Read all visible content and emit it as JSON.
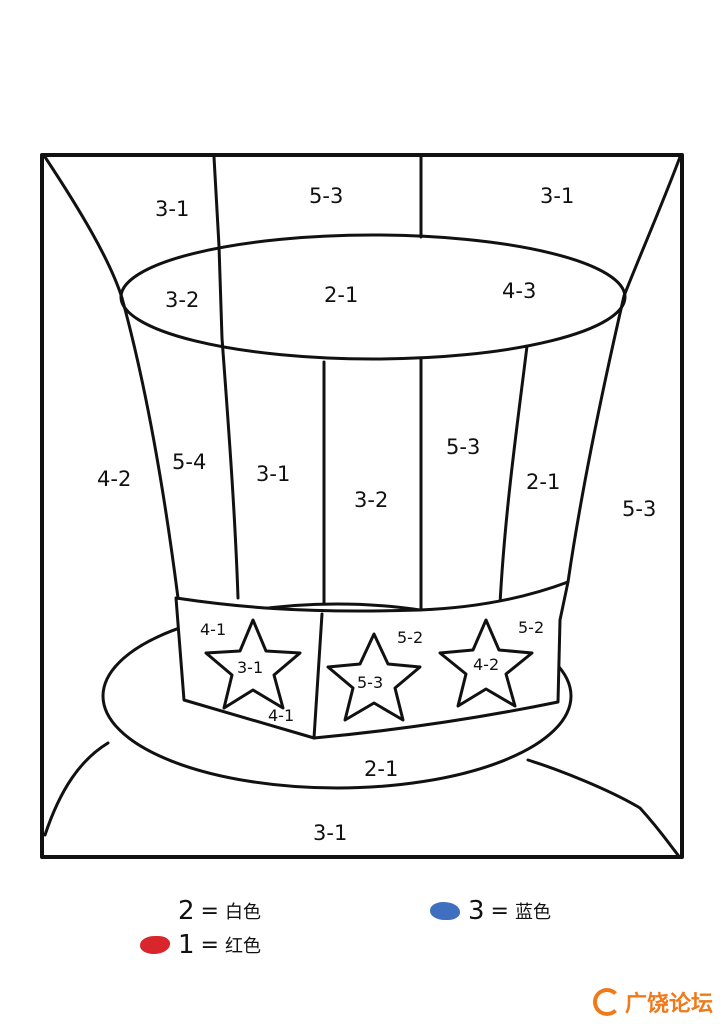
{
  "regions": [
    {
      "label": "3-1"
    },
    {
      "label": "5-3"
    },
    {
      "label": "3-1"
    },
    {
      "label": "3-2"
    },
    {
      "label": "2-1"
    },
    {
      "label": "4-3"
    },
    {
      "label": "4-2"
    },
    {
      "label": "5-4"
    },
    {
      "label": "3-1"
    },
    {
      "label": "3-2"
    },
    {
      "label": "5-3"
    },
    {
      "label": "2-1"
    },
    {
      "label": "5-3"
    },
    {
      "label": "4-1"
    },
    {
      "label": "3-1"
    },
    {
      "label": "4-1"
    },
    {
      "label": "5-2"
    },
    {
      "label": "5-3"
    },
    {
      "label": "5-2"
    },
    {
      "label": "4-2"
    },
    {
      "label": "2-1"
    },
    {
      "label": "3-1"
    }
  ],
  "legend": [
    {
      "number": "2",
      "equals": "=",
      "name": "白色",
      "color": "#ffffff"
    },
    {
      "number": "3",
      "equals": "=",
      "name": "蓝色",
      "color": "#3f6fbf"
    },
    {
      "number": "1",
      "equals": "=",
      "name": "红色",
      "color": "#d9262c"
    }
  ],
  "watermark": {
    "text": "广饶论坛",
    "color": "#f07a1a"
  }
}
